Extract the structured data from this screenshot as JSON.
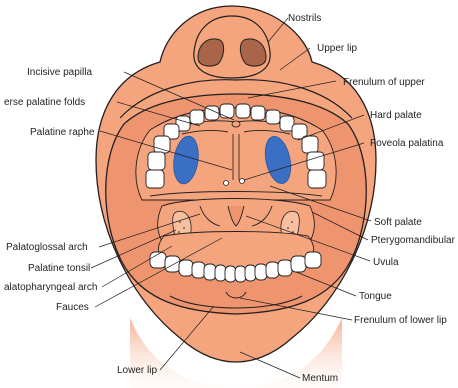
{
  "labels": {
    "nostrils": "Nostrils",
    "upper_lip": "Upper lip",
    "incisive_papilla": "Incisive papilla",
    "frenulum_upper": "Frenulum of upper",
    "palatine_folds": "erse palatine folds",
    "hard_palate": "Hard palate",
    "palatine_raphe": "Palatine raphe",
    "foveola_palatina": "Foveola palatina",
    "soft_palate": "Soft palate",
    "pterygomandibular": "Pterygomandibular",
    "palatoglossal_arch": "Palatoglossal arch",
    "uvula": "Uvula",
    "palatine_tonsil": "Palatine tonsil",
    "palatopharyngeal_arch": "alatopharyngeal arch",
    "fauces": "Fauces",
    "tongue": "Tongue",
    "frenulum_lower": "Frenulum of lower lip",
    "lower_lip": "Lower lip",
    "mentum": "Mentum"
  },
  "colors": {
    "skin": "#f4a57e",
    "skin_dark": "#ee9570",
    "lip_light": "#f8bf9f",
    "outline": "#231f20",
    "tooth": "#ffffff",
    "palate_blue": "#3a6fc4"
  }
}
